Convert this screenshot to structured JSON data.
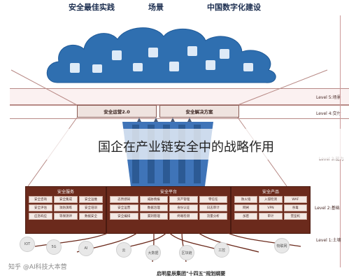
{
  "top": {
    "left_title": "安全最佳实践",
    "mid_title": "场景",
    "right_title": "中国数字化建设"
  },
  "levels": {
    "l5": "Level 5:场景",
    "l4": "Level 4:交付",
    "l3": "Level 3:能力",
    "l2": "Level 2:基础",
    "l1": "Level 1:土壤"
  },
  "headers": {
    "left": "安全运营2.0",
    "right": "安全解决方案"
  },
  "overlay_text": "国企在产业链安全中的战略作用",
  "platforms": {
    "left_title": "安全服务",
    "mid_title": "安全平台",
    "right_title": "安全产品",
    "left_cells": [
      "安全咨询",
      "安全集成",
      "安全运维",
      "安全评估",
      "攻防演练",
      "安全培训",
      "应急响应",
      "等保测评",
      "数据安全"
    ],
    "mid_cells": [
      "态势感知",
      "威胁情报",
      "资产管理",
      "零信任",
      "安全运营",
      "数据治理",
      "身份认证",
      "日志审计",
      "安全编排",
      "漏洞管理",
      "终端检测",
      "流量分析"
    ],
    "right_cells": [
      "防火墙",
      "入侵检测",
      "WAF",
      "网闸",
      "VPN",
      "杀毒",
      "加密",
      "审计",
      "堡垒机"
    ]
  },
  "roots": [
    "IOT",
    "5G",
    "AI",
    "云",
    "大数据",
    "区块链",
    "工控",
    "物联网"
  ],
  "bottom": {
    "caption": "启明星辰集团\"十四五\"规划纲要",
    "watermark": "知乎 @AI科技大本营"
  },
  "colors": {
    "cloud": "#2f6fb0",
    "band": "#d47878",
    "soil": "#6b2a1c",
    "trunk": "#3f74b8"
  }
}
